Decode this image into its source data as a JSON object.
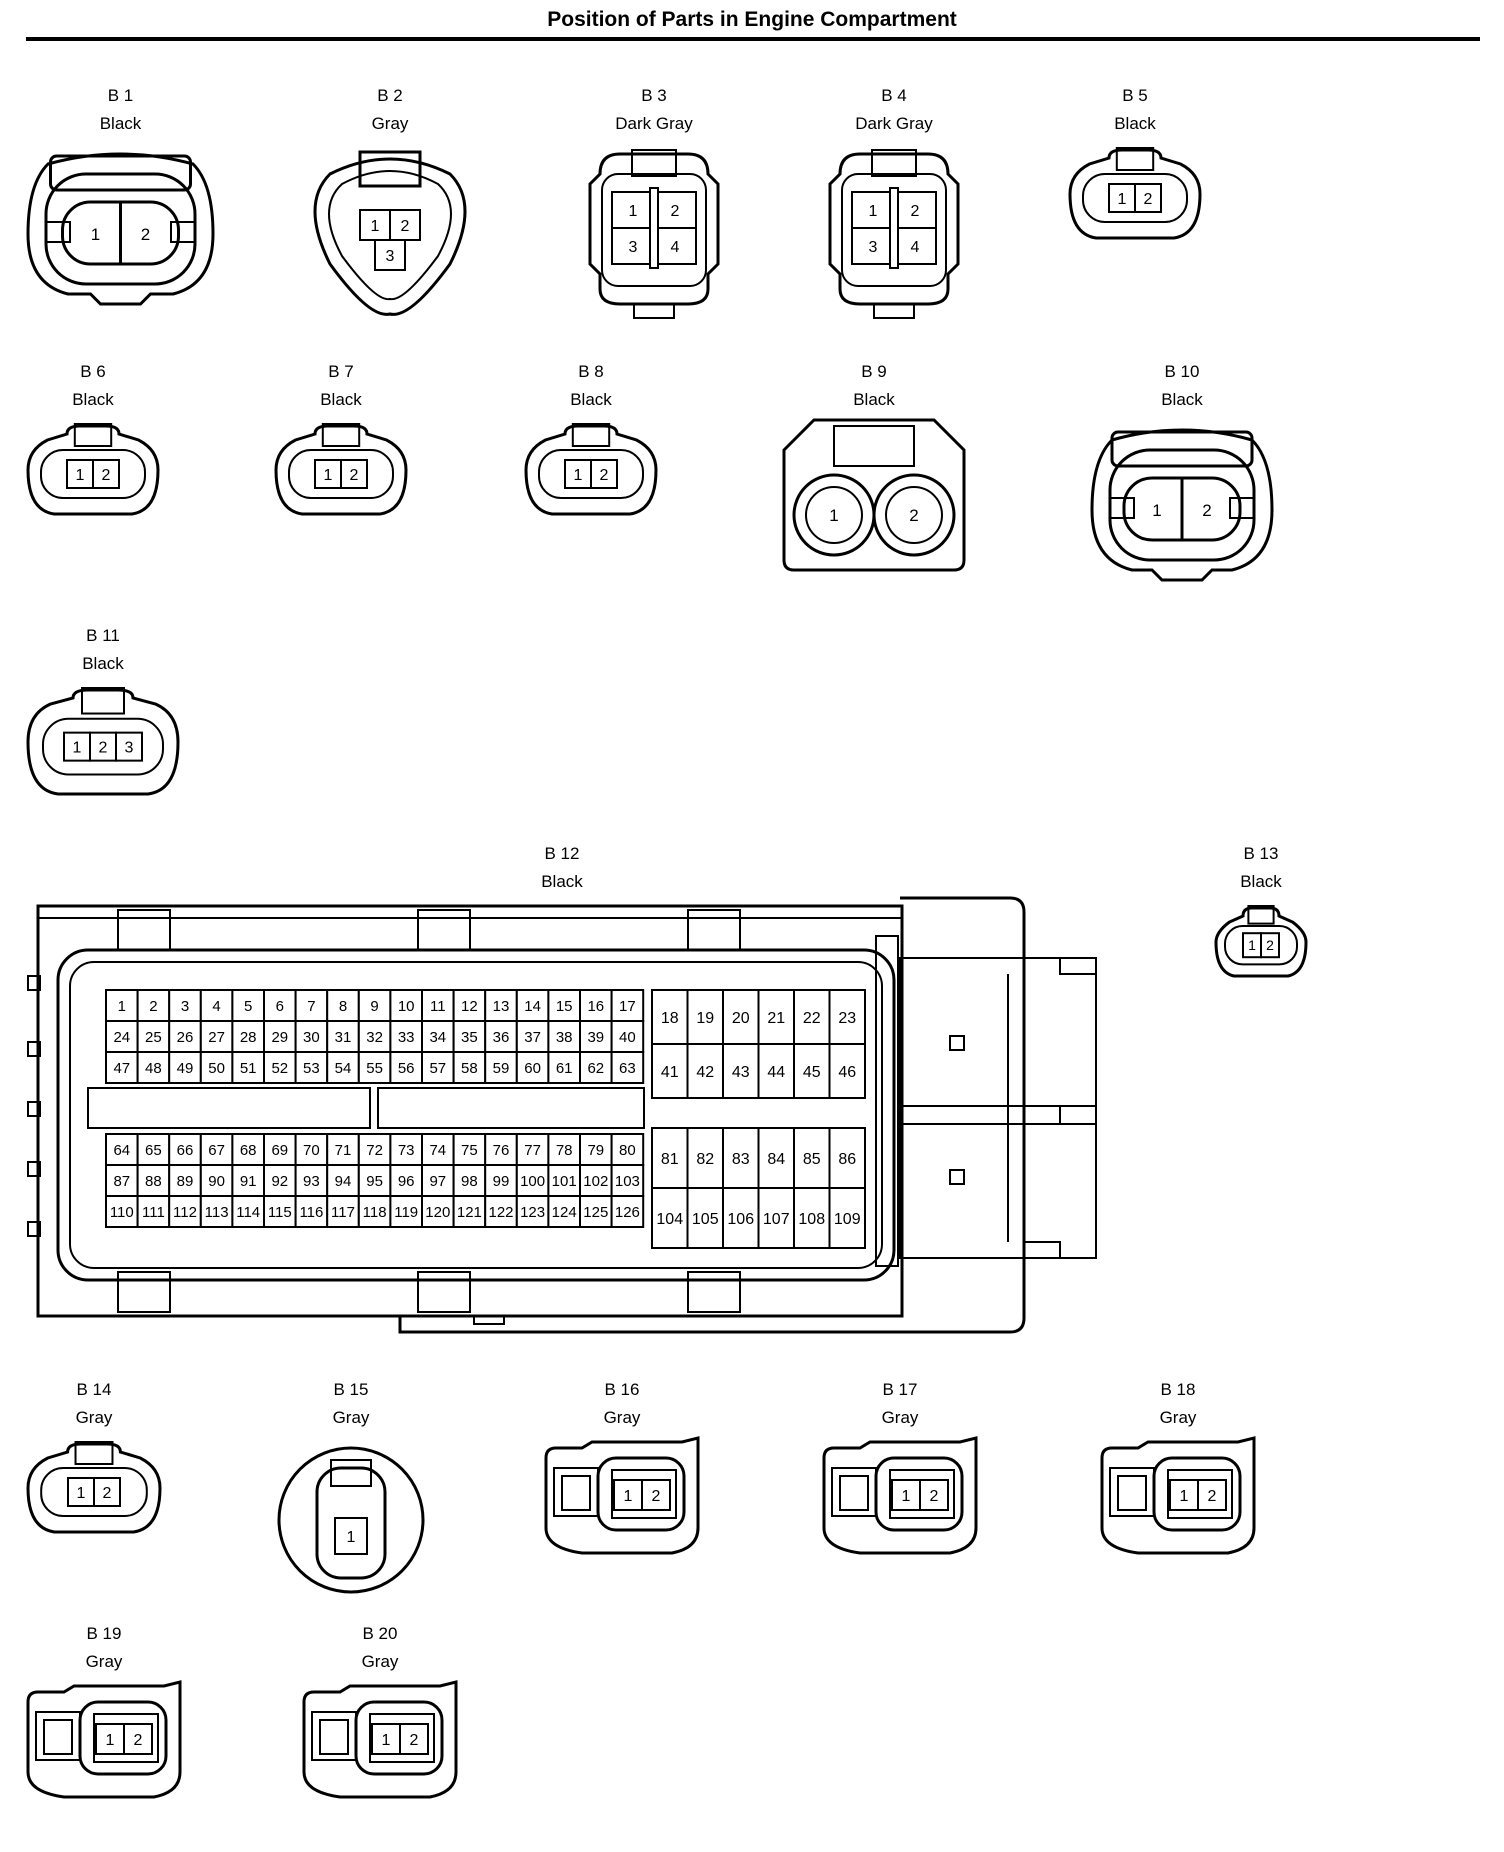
{
  "page_title": "Position of Parts in Engine Compartment",
  "connectors": [
    {
      "code": "B 1",
      "color": "Black",
      "pins": [
        "1",
        "2"
      ],
      "style": "round-large"
    },
    {
      "code": "B 2",
      "color": "Gray",
      "pins": [
        "1",
        "2",
        "3"
      ],
      "style": "triangle"
    },
    {
      "code": "B 3",
      "color": "Dark Gray",
      "pins": [
        "1",
        "2",
        "3",
        "4"
      ],
      "style": "quad"
    },
    {
      "code": "B 4",
      "color": "Dark Gray",
      "pins": [
        "1",
        "2",
        "3",
        "4"
      ],
      "style": "quad"
    },
    {
      "code": "B 5",
      "color": "Black",
      "pins": [
        "1",
        "2"
      ],
      "style": "small"
    },
    {
      "code": "B 6",
      "color": "Black",
      "pins": [
        "1",
        "2"
      ],
      "style": "small"
    },
    {
      "code": "B 7",
      "color": "Black",
      "pins": [
        "1",
        "2"
      ],
      "style": "small"
    },
    {
      "code": "B 8",
      "color": "Black",
      "pins": [
        "1",
        "2"
      ],
      "style": "small"
    },
    {
      "code": "B 9",
      "color": "Black",
      "pins": [
        "1",
        "2"
      ],
      "style": "twin-round"
    },
    {
      "code": "B 10",
      "color": "Black",
      "pins": [
        "1",
        "2"
      ],
      "style": "round-large"
    },
    {
      "code": "B 11",
      "color": "Black",
      "pins": [
        "1",
        "2",
        "3"
      ],
      "style": "small3"
    },
    {
      "code": "B 13",
      "color": "Black",
      "pins": [
        "1",
        "2"
      ],
      "style": "tiny"
    },
    {
      "code": "B 14",
      "color": "Gray",
      "pins": [
        "1",
        "2"
      ],
      "style": "oval"
    },
    {
      "code": "B 15",
      "color": "Gray",
      "pins": [
        "1"
      ],
      "style": "circle1"
    },
    {
      "code": "B 16",
      "color": "Gray",
      "pins": [
        "1",
        "2"
      ],
      "style": "side"
    },
    {
      "code": "B 17",
      "color": "Gray",
      "pins": [
        "1",
        "2"
      ],
      "style": "side"
    },
    {
      "code": "B 18",
      "color": "Gray",
      "pins": [
        "1",
        "2"
      ],
      "style": "side"
    },
    {
      "code": "B 19",
      "color": "Gray",
      "pins": [
        "1",
        "2"
      ],
      "style": "side"
    },
    {
      "code": "B 20",
      "color": "Gray",
      "pins": [
        "1",
        "2"
      ],
      "style": "side"
    }
  ],
  "b12": {
    "code": "B 12",
    "color": "Black",
    "upper_left_rows": [
      [
        "1",
        "2",
        "3",
        "4",
        "5",
        "6",
        "7",
        "8",
        "9",
        "10",
        "11",
        "12",
        "13",
        "14",
        "15",
        "16",
        "17"
      ],
      [
        "24",
        "25",
        "26",
        "27",
        "28",
        "29",
        "30",
        "31",
        "32",
        "33",
        "34",
        "35",
        "36",
        "37",
        "38",
        "39",
        "40"
      ],
      [
        "47",
        "48",
        "49",
        "50",
        "51",
        "52",
        "53",
        "54",
        "55",
        "56",
        "57",
        "58",
        "59",
        "60",
        "61",
        "62",
        "63"
      ]
    ],
    "upper_right_rows": [
      [
        "18",
        "19",
        "20",
        "21",
        "22",
        "23"
      ],
      [
        "41",
        "42",
        "43",
        "44",
        "45",
        "46"
      ]
    ],
    "lower_left_rows": [
      [
        "64",
        "65",
        "66",
        "67",
        "68",
        "69",
        "70",
        "71",
        "72",
        "73",
        "74",
        "75",
        "76",
        "77",
        "78",
        "79",
        "80"
      ],
      [
        "87",
        "88",
        "89",
        "90",
        "91",
        "92",
        "93",
        "94",
        "95",
        "96",
        "97",
        "98",
        "99",
        "100",
        "101",
        "102",
        "103"
      ],
      [
        "110",
        "111",
        "112",
        "113",
        "114",
        "115",
        "116",
        "117",
        "118",
        "119",
        "120",
        "121",
        "122",
        "123",
        "124",
        "125",
        "126"
      ]
    ],
    "lower_right_rows": [
      [
        "81",
        "82",
        "83",
        "84",
        "85",
        "86"
      ],
      [
        "104",
        "105",
        "106",
        "107",
        "108",
        "109"
      ]
    ]
  }
}
